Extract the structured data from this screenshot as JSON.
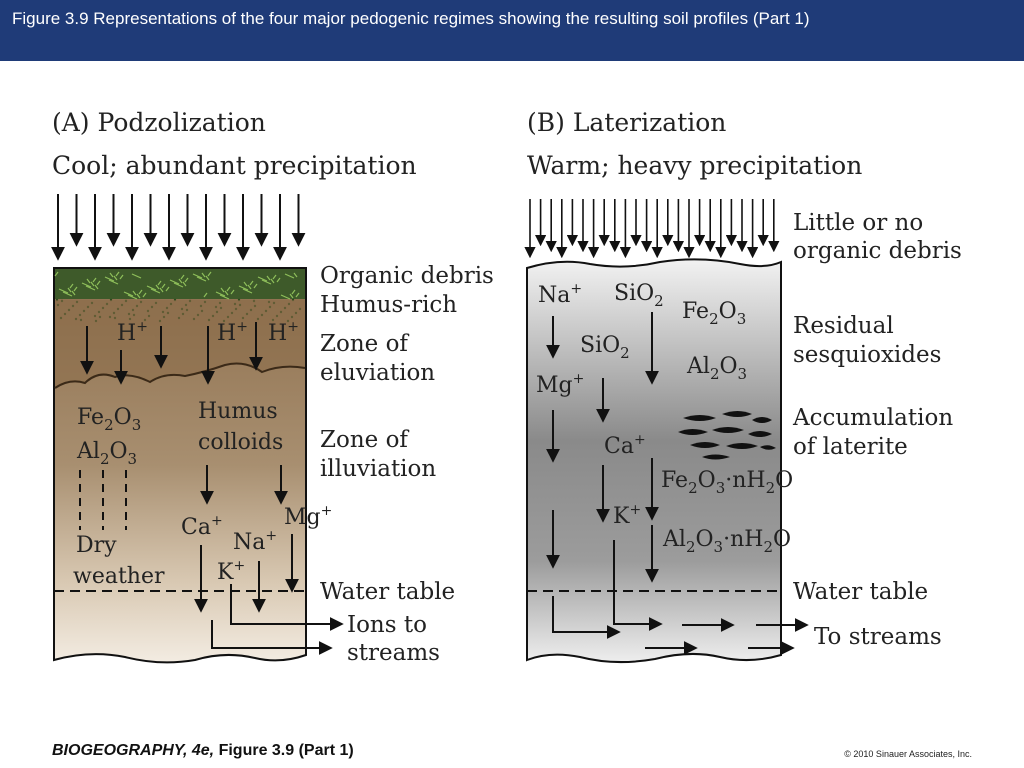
{
  "header": {
    "title": "Figure 3.9  Representations of the four major pedogenic regimes showing the resulting soil profiles (Part 1)"
  },
  "panelA": {
    "title": "(A)  Podzolization",
    "climate": "Cool; abundant precipitation",
    "labels": {
      "organic_debris": "Organic debris",
      "humus_rich": "Humus-rich",
      "zone_elu_1": "Zone of",
      "zone_elu_2": "eluviation",
      "zone_ill_1": "Zone of",
      "zone_ill_2": "illuviation",
      "water_table": "Water table",
      "ions_1": "Ions to",
      "ions_2": "streams"
    },
    "soil_text": {
      "humus_1": "Humus",
      "humus_2": "colloids",
      "dry_1": "Dry",
      "dry_2": "weather"
    }
  },
  "panelB": {
    "title": "(B)  Laterization",
    "climate": "Warm; heavy precipitation",
    "labels": {
      "little_1": "Little or no",
      "little_2": "organic debris",
      "residual_1": "Residual",
      "residual_2": "sesquioxides",
      "accum_1": "Accumulation",
      "accum_2": "of laterite",
      "water_table": "Water table",
      "to_streams": "To streams"
    }
  },
  "footer": {
    "title_italic": "BIOGEOGRAPHY, 4e,",
    "title_rest": " Figure 3.9 (Part 1)",
    "copyright": "© 2010 Sinauer Associates, Inc."
  }
}
